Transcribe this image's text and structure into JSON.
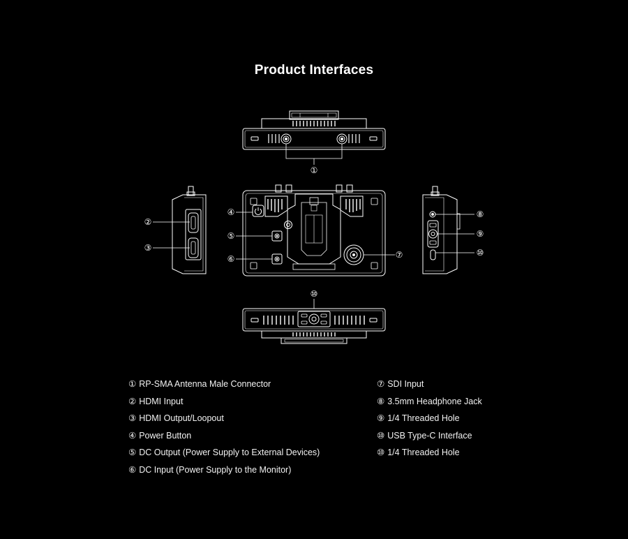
{
  "page": {
    "title": "Product Interfaces"
  },
  "callouts": {
    "c1": "①",
    "c2": "②",
    "c3": "③",
    "c4": "④",
    "c5": "⑤",
    "c6": "⑥",
    "c7": "⑦",
    "c8": "⑧",
    "c9": "⑨",
    "c10a": "⑩",
    "c10b": "⑩"
  },
  "legend": {
    "left": [
      {
        "num": "①",
        "label": "RP-SMA Antenna Male Connector"
      },
      {
        "num": "②",
        "label": "HDMI Input"
      },
      {
        "num": "③",
        "label": "HDMI Output/Loopout"
      },
      {
        "num": "④",
        "label": "Power Button"
      },
      {
        "num": "⑤",
        "label": "DC Output (Power Supply to External Devices)"
      },
      {
        "num": "⑥",
        "label": "DC Input (Power Supply to the Monitor)"
      }
    ],
    "right": [
      {
        "num": "⑦",
        "label": "SDI Input"
      },
      {
        "num": "⑧",
        "label": "3.5mm Headphone Jack"
      },
      {
        "num": "⑨",
        "label": "1/4 Threaded Hole"
      },
      {
        "num": "⑩",
        "label": "USB Type-C Interface"
      },
      {
        "num": "⑩",
        "label": "1/4 Threaded Hole"
      }
    ]
  },
  "colors": {
    "background": "#000000",
    "line": "#ffffff",
    "text": "#f2f2f2"
  }
}
